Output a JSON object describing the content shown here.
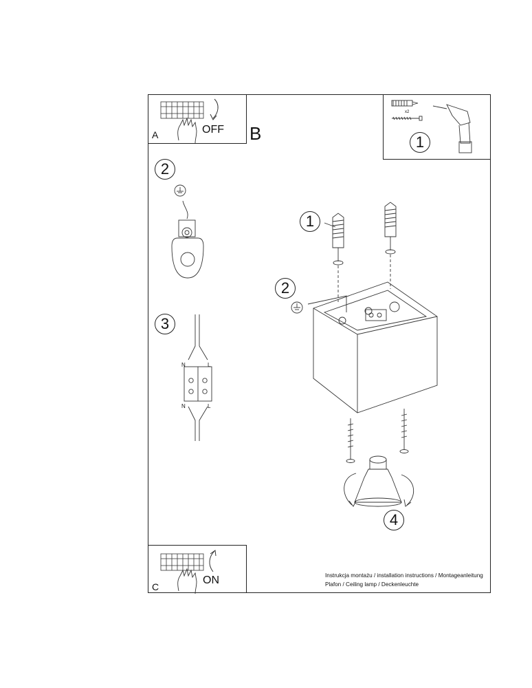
{
  "panel_a": {
    "letter": "A",
    "switch_label": "OFF"
  },
  "panel_b": {
    "letter": "B"
  },
  "panel_c": {
    "letter": "C",
    "switch_label": "ON"
  },
  "tools_box": {
    "quantity": "x2",
    "step": "1"
  },
  "left_steps": {
    "ground_step": "2",
    "wiring_step": "3"
  },
  "wiring": {
    "top_left": "N",
    "top_right": "L",
    "bottom_left": "N",
    "bottom_right": "L"
  },
  "main_steps": {
    "anchors": "1",
    "ground": "2",
    "bulb": "4"
  },
  "caption": {
    "line1": "Instrukcja montażu / installation instructions / Montageanleitung",
    "line2": "Plafon / Ceiling lamp / Deckenleuchte"
  },
  "icons": [
    "terminal-block-icon",
    "hand-icon",
    "curved-arrow-icon",
    "wall-plug-icon",
    "screw-icon",
    "drill-icon",
    "ground-symbol-icon",
    "bulb-icon"
  ]
}
